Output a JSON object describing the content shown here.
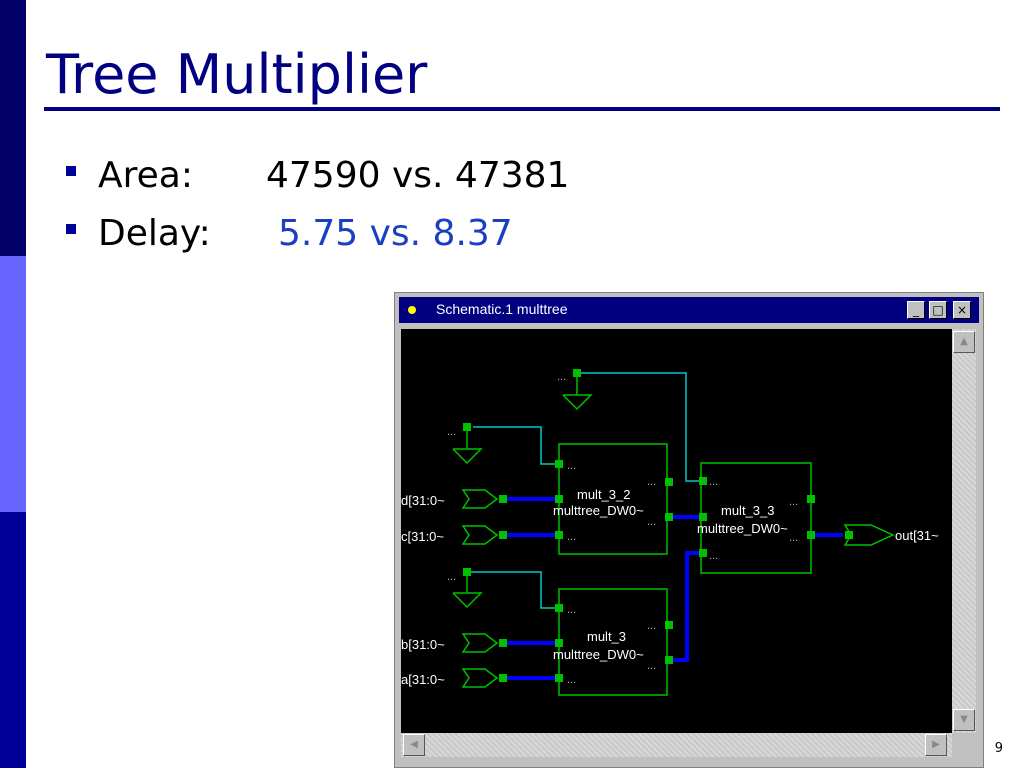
{
  "slide": {
    "title": "Tree Multiplier",
    "page_number": "9"
  },
  "bullets": [
    {
      "label": "Area:",
      "value": "47590 vs. 47381",
      "value_color": "#000000"
    },
    {
      "label": "Delay:",
      "value": "5.75 vs. 8.37",
      "value_color": "#1a3fc0"
    }
  ],
  "schematic": {
    "window_title": "Schematic.1   multtree",
    "buttons": {
      "minimize": "_",
      "maximize": "□",
      "close": "×"
    },
    "blocks": [
      {
        "name": "mult_3_2",
        "type": "multtree_DW0~"
      },
      {
        "name": "mult_3_3",
        "type": "multtree_DW0~"
      },
      {
        "name": "mult_3",
        "type": "multtree_DW0~"
      }
    ],
    "inputs": [
      "d[31:0~",
      "c[31:0~",
      "b[31:0~",
      "a[31:0~"
    ],
    "output": "out[31~",
    "ellipsis": "...",
    "colors": {
      "wire": "#0000ff",
      "logic": "#00c000",
      "net": "#00c8c8"
    }
  }
}
